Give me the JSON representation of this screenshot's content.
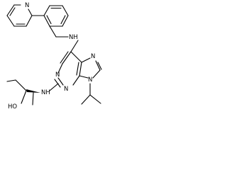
{
  "structure": {
    "atom_labels": {
      "pyridine_n": "N",
      "linker_nh": "NH",
      "purine_n1": "N",
      "purine_n3": "N",
      "purine_n7": "N",
      "purine_n9": "N",
      "amine_nh": "NH",
      "hydroxyl": "HO"
    }
  }
}
